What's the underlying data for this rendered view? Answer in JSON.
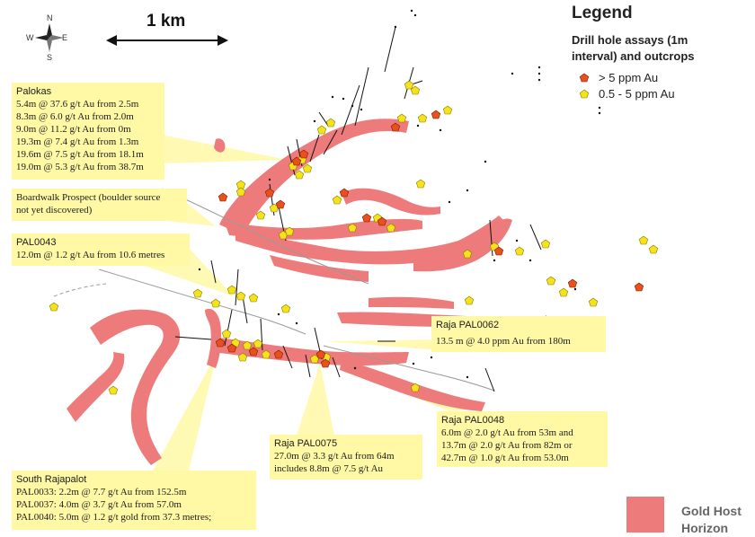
{
  "scale": {
    "label": "1 km"
  },
  "compass": {
    "n": "N",
    "s": "S",
    "e": "E",
    "w": "W"
  },
  "legend": {
    "title": "Legend",
    "subtitle_line1": "Drill hole assays (1m",
    "subtitle_line2": "interval) and outcrops",
    "items": [
      {
        "label": "> 5 ppm Au",
        "color": "#e8501c",
        "icon": "pentagon-red-icon"
      },
      {
        "label": "0.5 - 5 ppm Au",
        "color": "#f4e21a",
        "icon": "pentagon-yellow-icon"
      }
    ],
    "gold_host": {
      "line1": "Gold Host",
      "line2": "Horizon",
      "color": "#ee7b7b"
    }
  },
  "callouts": {
    "palokas": {
      "title": "Palokas",
      "lines": [
        "5.4m @ 37.6 g/t Au from 2.5m",
        "8.3m @ 6.0 g/t Au from 2.0m",
        "9.0m @ 11.2 g/t Au from 0m",
        "19.3m @ 7.4 g/t Au from 1.3m",
        "19.6m @ 7.5 g/t Au from 18.1m",
        "19.0m @ 5.3 g/t Au from 38.7m"
      ]
    },
    "boardwalk": {
      "line1": "Boardwalk Prospect (boulder source",
      "line2": "not yet discovered)"
    },
    "pal0043": {
      "title": "PAL0043",
      "line1": "12.0m @ 1.2 g/t Au from 10.6 metres"
    },
    "pal0062": {
      "title": "Raja PAL0062",
      "line1": "13.5 m @ 4.0 ppm Au from 180m"
    },
    "pal0048": {
      "title": "Raja PAL0048",
      "lines": [
        "6.0m @ 2.0 g/t Au from 53m and",
        "13.7m @ 2.0 g/t Au from 82m or",
        "42.7m @ 1.0 g/t Au from 53.0m"
      ]
    },
    "pal0075": {
      "title": "Raja PAL0075",
      "lines": [
        "27.0m @ 3.3 g/t Au from 64m",
        "includes 8.8m @ 7.5 g/t Au"
      ]
    },
    "south": {
      "title": "South Rajapalot",
      "lines": [
        "PAL0033: 2.2m @ 7.7 g/t Au from 152.5m",
        "PAL0037: 4.0m @ 3.7 g/t Au from 57.0m",
        "PAL0040: 5.0m @ 1.2 g/t gold from 37.3 metres;"
      ]
    }
  },
  "colors": {
    "callout_bg": "#fff9a6",
    "horizon": "#ee7b7b",
    "high_grade": "#e8501c",
    "mid_grade": "#f4e21a",
    "drill_trace": "#111111",
    "fault": "#9a9a9a"
  }
}
